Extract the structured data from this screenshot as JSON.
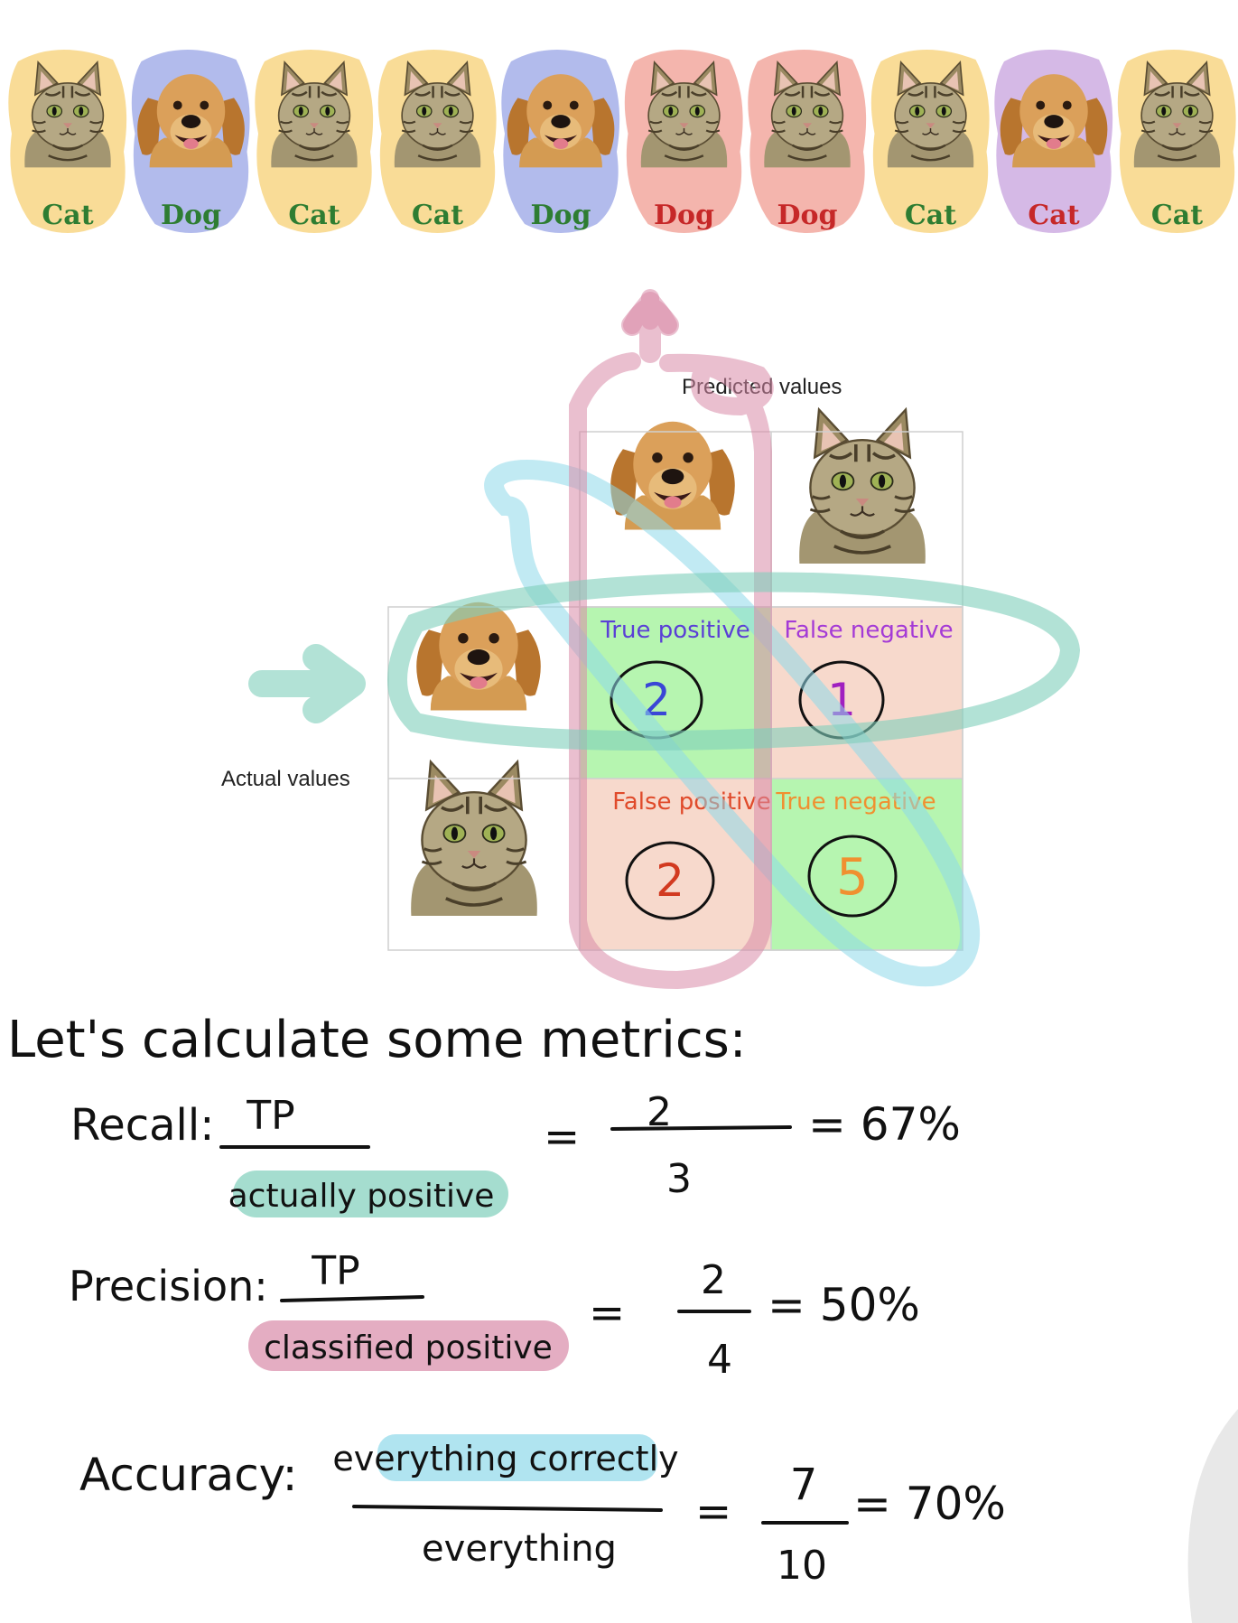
{
  "strip": {
    "items": [
      {
        "animal": "cat",
        "label": "Cat",
        "highlight": "#f5c451",
        "label_color": "#2e7d32"
      },
      {
        "animal": "dog",
        "label": "Dog",
        "highlight": "#7e8ee0",
        "label_color": "#2e7d32"
      },
      {
        "animal": "cat",
        "label": "Cat",
        "highlight": "#f5c451",
        "label_color": "#2e7d32"
      },
      {
        "animal": "cat",
        "label": "Cat",
        "highlight": "#f5c451",
        "label_color": "#2e7d32"
      },
      {
        "animal": "dog",
        "label": "Dog",
        "highlight": "#7e8ee0",
        "label_color": "#2e7d32"
      },
      {
        "animal": "cat",
        "label": "Dog",
        "highlight": "#ec8377",
        "label_color": "#c62828"
      },
      {
        "animal": "cat",
        "label": "Dog",
        "highlight": "#ec8377",
        "label_color": "#c62828"
      },
      {
        "animal": "cat",
        "label": "Cat",
        "highlight": "#f5c451",
        "label_color": "#2e7d32"
      },
      {
        "animal": "dog",
        "label": "Cat",
        "highlight": "#b98ad6",
        "label_color": "#c62828"
      },
      {
        "animal": "cat",
        "label": "Cat",
        "highlight": "#f5c451",
        "label_color": "#2e7d32"
      }
    ]
  },
  "matrix": {
    "predicted_label": "Predicted values",
    "actual_label": "Actual values",
    "cells": {
      "tp": {
        "label": "True positive",
        "value": "2",
        "label_color": "#5a3fd6",
        "value_color": "#3a46d6",
        "fill": "#b6f5b0"
      },
      "fn": {
        "label": "False negative",
        "value": "1",
        "label_color": "#a43ad6",
        "value_color": "#a020c0",
        "fill": "#f7d9cc"
      },
      "fp": {
        "label": "False positive",
        "value": "2",
        "label_color": "#e04a2a",
        "value_color": "#d23a20",
        "fill": "#f7d9cc"
      },
      "tn": {
        "label": "True negative",
        "value": "5",
        "label_color": "#f09030",
        "value_color": "#f09030",
        "fill": "#b6f5b0"
      }
    },
    "highlight_colors": {
      "predicted": "#d98aa8",
      "actual": "#7fcfbb",
      "diagonal": "#8ed8ea"
    }
  },
  "metrics": {
    "heading": "Let's calculate some metrics:",
    "recall": {
      "name": "Recall:",
      "numerator": "TP",
      "denominator": "actually positive",
      "eq_num": "2",
      "eq_den": "3",
      "result": "= 67%"
    },
    "precision": {
      "name": "Precision:",
      "numerator": "TP",
      "denominator": "classified positive",
      "eq_num": "2",
      "eq_den": "4",
      "result": "= 50%"
    },
    "accuracy": {
      "name": "Accuracy:",
      "numerator": "everything correctly",
      "denominator": "everything",
      "eq_num": "7",
      "eq_den": "10",
      "result": "= 70%"
    }
  }
}
